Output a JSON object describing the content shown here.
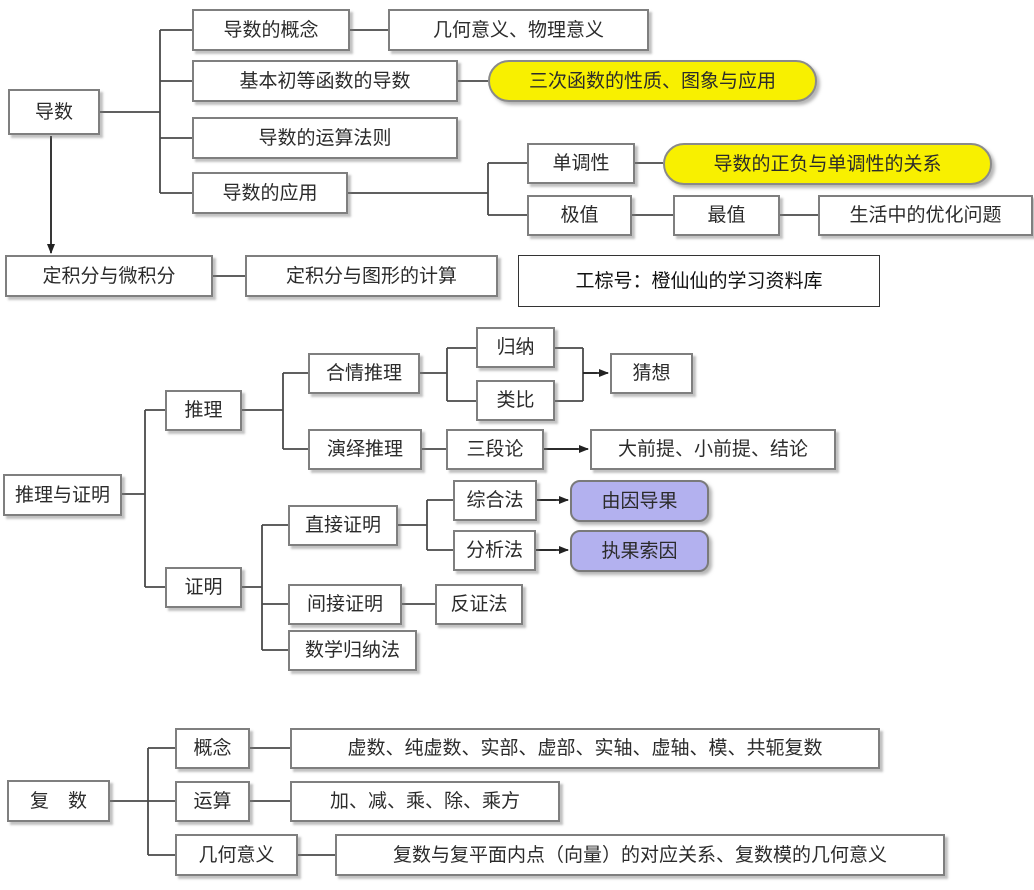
{
  "derivative": {
    "root": "导数",
    "concept": "导数的概念",
    "concept_meaning": "几何意义、物理意义",
    "elementary": "基本初等函数的导数",
    "cubic": "三次函数的性质、图象与应用",
    "rules": "导数的运算法则",
    "application": "导数的应用",
    "monotonicity": "单调性",
    "sign_relation": "导数的正负与单调性的关系",
    "extremum": "极值",
    "max_min": "最值",
    "optimization": "生活中的优化问题",
    "definite_integral": "定积分与微积分",
    "integral_area": "定积分与图形的计算"
  },
  "watermark": "工棕号：橙仙仙的学习资料库",
  "reasoning": {
    "root": "推理与证明",
    "inference": "推理",
    "plausible": "合情推理",
    "induction": "归纳",
    "analogy": "类比",
    "conjecture": "猜想",
    "deductive": "演绎推理",
    "syllogism": "三段论",
    "premises": "大前提、小前提、结论",
    "proof": "证明",
    "direct": "直接证明",
    "synthetic": "综合法",
    "cause_effect": "由因导果",
    "analytic": "分析法",
    "effect_cause": "执果索因",
    "indirect": "间接证明",
    "contradiction": "反证法",
    "math_induction": "数学归纳法"
  },
  "complex": {
    "root": "复　数",
    "concept": "概念",
    "concept_detail": "虚数、纯虚数、实部、虚部、实轴、虚轴、模、共轭复数",
    "operation": "运算",
    "operation_detail": "加、减、乘、除、乘方",
    "geometry": "几何意义",
    "geometry_detail": "复数与复平面内点（向量）的对应关系、复数模的几何意义"
  }
}
